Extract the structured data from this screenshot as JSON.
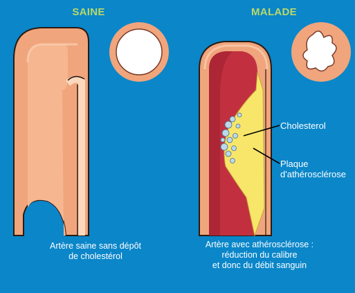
{
  "healthy": {
    "title": "SAINE",
    "caption": [
      "Artère saine sans dépôt",
      "de cholestérol"
    ]
  },
  "diseased": {
    "title": "MALADE",
    "caption": [
      "Artère avec athérosclérose :",
      "réduction du calibre",
      "et donc du débit sanguin"
    ],
    "labels": {
      "cholesterol": "Cholesterol",
      "plaque": [
        "Plaque",
        "d'athérosclérose"
      ]
    }
  },
  "colors": {
    "background": "#0a86c9",
    "title": "#b9d86a",
    "artery_wall": "#f0a57c",
    "artery_wall_light": "#fbd9be",
    "blood": "#c23040",
    "plaque": "#f7e66a",
    "cholesterol": "#bcd9ea"
  }
}
